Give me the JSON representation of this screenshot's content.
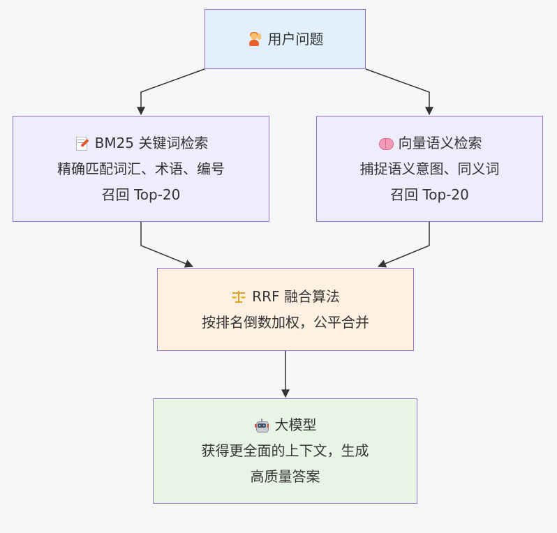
{
  "nodes": {
    "question": {
      "icon": "person-raising-hand-icon",
      "lines": [
        "用户问题"
      ]
    },
    "bm25": {
      "icon": "memo-icon",
      "lines": [
        "BM25 关键词检索",
        "精确匹配词汇、术语、编号",
        "召回 Top-20"
      ]
    },
    "vector": {
      "icon": "brain-icon",
      "lines": [
        "向量语义检索",
        "捕捉语义意图、同义词",
        "召回 Top-20"
      ]
    },
    "rrf": {
      "icon": "balance-scale-icon",
      "lines": [
        "RRF 融合算法",
        "按排名倒数加权，公平合并"
      ]
    },
    "llm": {
      "icon": "robot-icon",
      "lines": [
        "大模型",
        "获得更全面的上下文，生成",
        "高质量答案"
      ]
    }
  },
  "edges": [
    {
      "from": "question",
      "to": "bm25"
    },
    {
      "from": "question",
      "to": "vector"
    },
    {
      "from": "bm25",
      "to": "rrf"
    },
    {
      "from": "vector",
      "to": "rrf"
    },
    {
      "from": "rrf",
      "to": "llm"
    }
  ],
  "colors": {
    "border": "#9370db",
    "edge": "#333333",
    "question_fill": "#e3f0fc",
    "retrieval_fill": "#ededfd",
    "fusion_fill": "#fef1e1",
    "llm_fill": "#e8f5e6",
    "background": "#f6f7f9"
  }
}
